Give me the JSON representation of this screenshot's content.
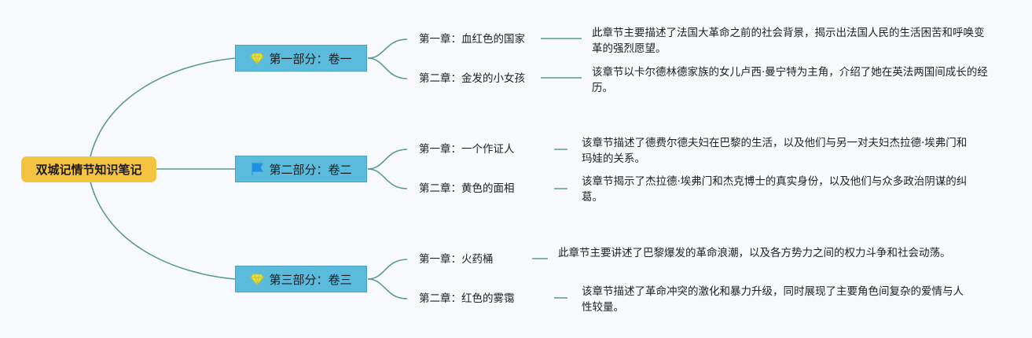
{
  "root": {
    "title": "双城记情节知识笔记"
  },
  "colors": {
    "root": "#f5c342",
    "part": "#5bbbdc",
    "line": "#5a9a8c"
  },
  "parts": [
    {
      "icon": "diamond-icon",
      "label": "第一部分：卷一",
      "chapters": [
        {
          "title": "第一章：血红色的国家",
          "desc": "此章节主要描述了法国大革命之前的社会背景，揭示出法国人民的生活困苦和呼唤变革的强烈愿望。"
        },
        {
          "title": "第二章：金发的小女孩",
          "desc": "该章节以卡尔德林德家族的女儿卢西·曼宁特为主角，介绍了她在英法两国间成长的经历。"
        }
      ]
    },
    {
      "icon": "flag-icon",
      "label": "第二部分：卷二",
      "chapters": [
        {
          "title": "第一章：一个作证人",
          "desc": "该章节描述了德费尔德夫妇在巴黎的生活，以及他们与另一对夫妇杰拉德·埃弗门和玛娃的关系。"
        },
        {
          "title": "第二章：黄色的面相",
          "desc": "该章节揭示了杰拉德·埃弗门和杰克博士的真实身份，以及他们与众多政治阴谋的纠葛。"
        }
      ]
    },
    {
      "icon": "diamond-icon",
      "label": "第三部分：卷三",
      "chapters": [
        {
          "title": "第一章：火药桶",
          "desc": "此章节主要讲述了巴黎爆发的革命浪潮，以及各方势力之间的权力斗争和社会动荡。"
        },
        {
          "title": "第二章：红色的雾霭",
          "desc": "该章节描述了革命冲突的激化和暴力升级，同时展现了主要角色间复杂的爱情与人性较量。"
        }
      ]
    }
  ]
}
